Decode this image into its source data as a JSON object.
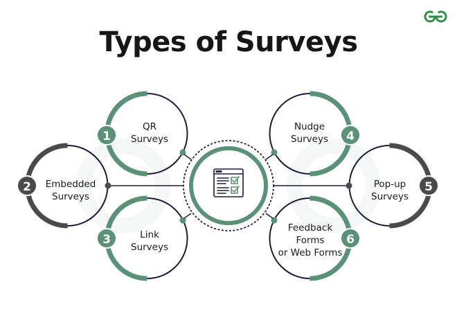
{
  "title": "Types of Surveys",
  "brand": {
    "logo_icon": "geeksforgeeks-logo-icon",
    "color": "#2f8d46"
  },
  "colors": {
    "green": "#5a9178",
    "dark": "#4a4a4a",
    "navy": "#1c1b3a",
    "ghost": "#f4f7f5"
  },
  "center": {
    "icon": "survey-checklist-icon"
  },
  "items": [
    {
      "number": "1",
      "label": "QR\nSurveys"
    },
    {
      "number": "2",
      "label": "Embedded\nSurveys"
    },
    {
      "number": "3",
      "label": "Link\nSurveys"
    },
    {
      "number": "4",
      "label": "Nudge\nSurveys"
    },
    {
      "number": "5",
      "label": "Pop-up\nSurveys"
    },
    {
      "number": "6",
      "label": "Feedback\nForms\nor Web Forms"
    }
  ]
}
